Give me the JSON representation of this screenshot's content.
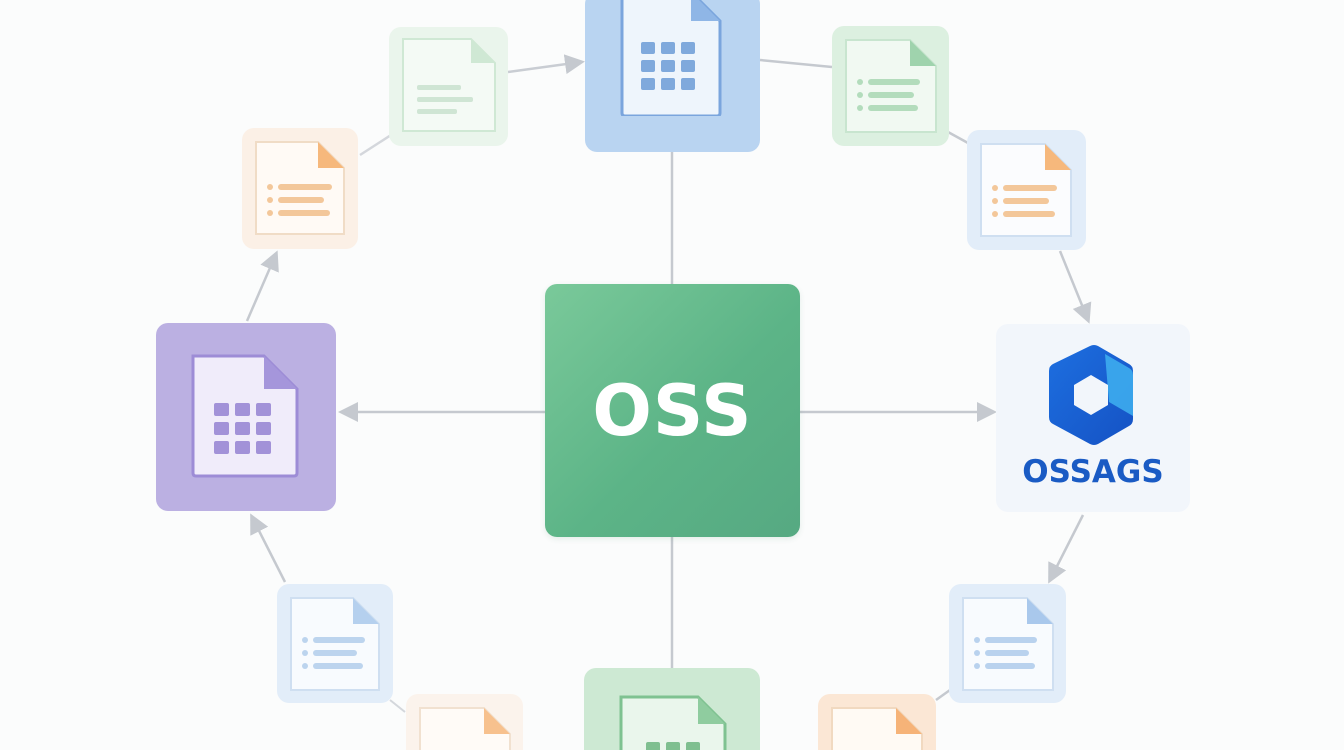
{
  "center": {
    "label": "OSS"
  },
  "brand": {
    "label": "OSSAGS",
    "icon": "hexagon-logo-icon"
  },
  "colors": {
    "center_green": "#5cb487",
    "brand_blue": "#1a5bc4",
    "connector_gray": "#c5c9cf",
    "purple": "#b9aedf",
    "blue": "#bcd6f1",
    "green": "#d6ecd9",
    "orange": "#fbe4cf"
  },
  "nodes": [
    {
      "id": "top-spreadsheet",
      "kind": "spreadsheet",
      "theme": "blue",
      "icon": "spreadsheet-icon"
    },
    {
      "id": "left-spreadsheet",
      "kind": "spreadsheet",
      "theme": "purple",
      "icon": "spreadsheet-icon"
    },
    {
      "id": "bottom-spreadsheet",
      "kind": "spreadsheet",
      "theme": "green",
      "icon": "spreadsheet-icon"
    },
    {
      "id": "doc-top-left",
      "kind": "text",
      "theme": "green-faint",
      "icon": "document-icon"
    },
    {
      "id": "doc-left-upper",
      "kind": "list",
      "theme": "orange",
      "icon": "document-icon"
    },
    {
      "id": "doc-top-right",
      "kind": "list",
      "theme": "green",
      "icon": "document-icon"
    },
    {
      "id": "doc-right-upper",
      "kind": "list",
      "theme": "blue-orange",
      "icon": "document-icon"
    },
    {
      "id": "doc-left-lower",
      "kind": "list",
      "theme": "blue",
      "icon": "document-icon"
    },
    {
      "id": "doc-right-lower",
      "kind": "list",
      "theme": "blue",
      "icon": "document-icon"
    },
    {
      "id": "doc-bottom-left",
      "kind": "list",
      "theme": "orange-faint",
      "icon": "document-icon"
    },
    {
      "id": "doc-bottom-right",
      "kind": "list",
      "theme": "orange",
      "icon": "document-icon"
    }
  ]
}
